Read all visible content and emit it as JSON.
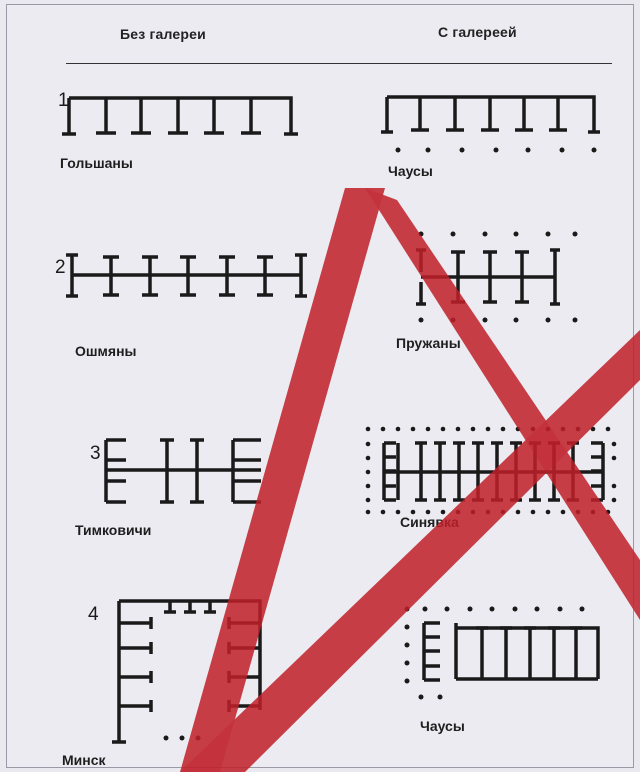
{
  "header": {
    "no_gallery": "Без галереи",
    "with_gallery": "С галереей"
  },
  "rows": [
    {
      "number": "1",
      "left_label": "Гольшаны",
      "right_label": "Чаусы"
    },
    {
      "number": "2",
      "left_label": "Ошмяны",
      "right_label": "Пружаны"
    },
    {
      "number": "3",
      "left_label": "Тимковичи",
      "right_label": "Синявка"
    },
    {
      "number": "4",
      "left_label": "Минск",
      "right_label": "Чаусы"
    }
  ],
  "colors": {
    "ink": "#1a1a1a",
    "watermark": "#c0202a",
    "background": "#ebebf1"
  }
}
